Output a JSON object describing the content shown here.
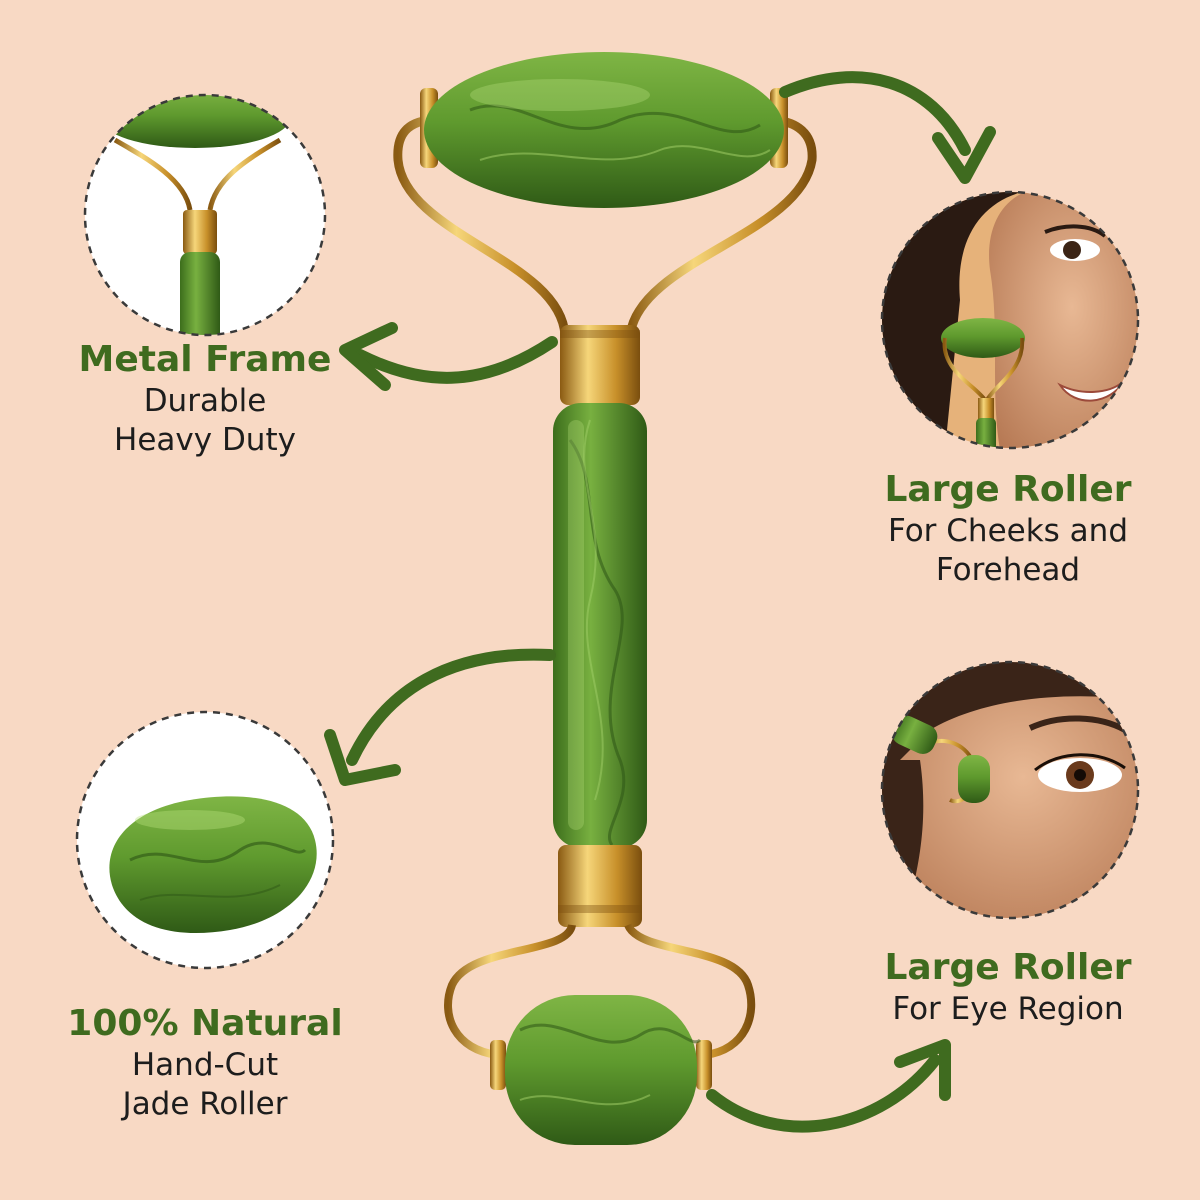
{
  "colors": {
    "background": "#f8d9c4",
    "accent_green": "#3f6b1f",
    "jade": "#5f9a2e",
    "jade_dark": "#2f5a16",
    "gold": "#d9a83a",
    "circle_border": "#3a3a3a"
  },
  "features": [
    {
      "title": "Metal Frame",
      "line1": "Durable",
      "line2": "Heavy Duty"
    },
    {
      "title": "Large Roller",
      "line1": "For Cheeks and",
      "line2": "Forehead"
    },
    {
      "title": "100% Natural",
      "line1": "Hand-Cut",
      "line2": "Jade Roller"
    },
    {
      "title": "Large Roller",
      "line1": "For Eye Region",
      "line2": ""
    }
  ],
  "icons": {
    "arrow": "curved-arrow-icon",
    "frame_detail": "metal-frame-closeup",
    "stone": "jade-stone",
    "face": "woman-face-cheek-roller",
    "eye": "woman-eye-roller"
  }
}
